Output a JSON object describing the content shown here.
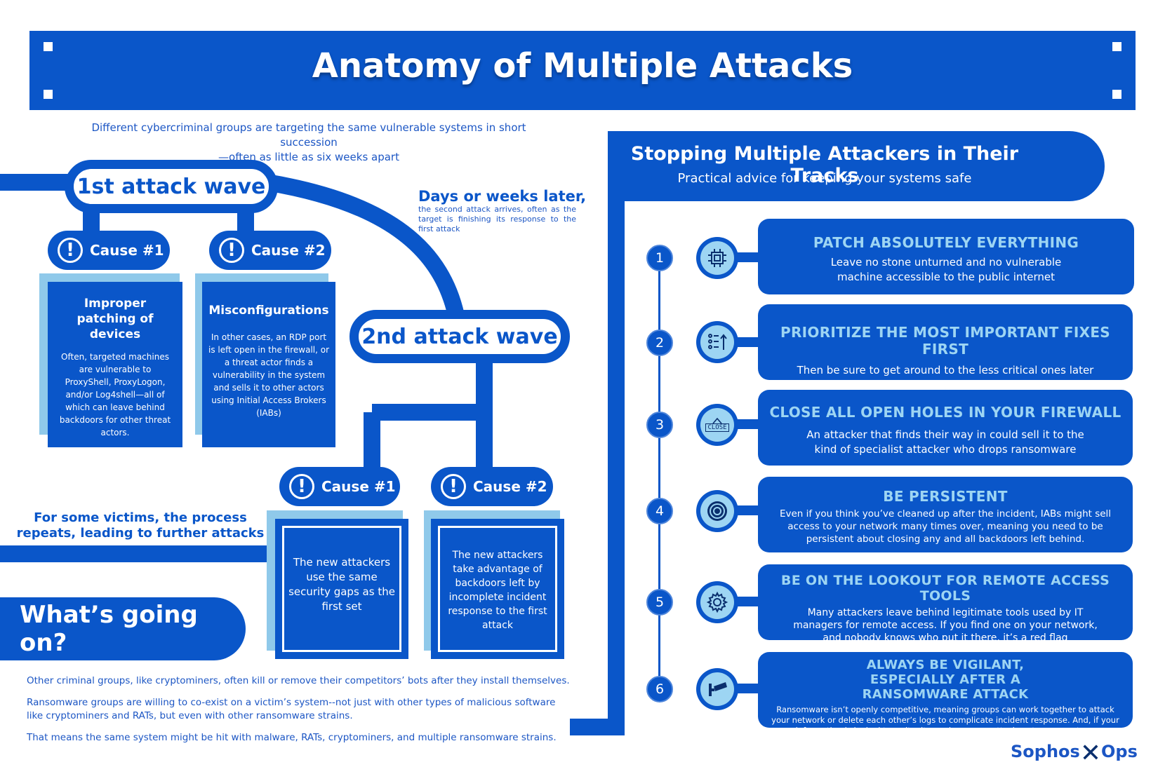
{
  "title": "Anatomy of Multiple Attacks",
  "intro": {
    "line1": "Different cybercriminal groups are targeting the same vulnerable systems in short succession",
    "line2": "—often as little as six weeks apart"
  },
  "wave1": {
    "label": "1st attack wave",
    "cause1": {
      "badge": "Cause #1",
      "heading": "Improper patching of devices",
      "text": "Often, targeted machines are vulnerable to ProxyShell, ProxyLogon, and/or Log4shell—all of which can leave behind backdoors for other threat actors."
    },
    "cause2": {
      "badge": "Cause #2",
      "heading": "Misconfigurations",
      "text": "In other cases, an RDP port is left open in the firewall, or a threat actor finds a vulnerability in the system and sells it to other actors using Initial Access Brokers (IABs)"
    }
  },
  "days_later": {
    "title": "Days or weeks later,",
    "text": "the second attack arrives, often as the target is finishing its response to the first attack"
  },
  "wave2": {
    "label": "2nd attack wave",
    "cause1": {
      "badge": "Cause #1",
      "text": "The new attackers use the same security gaps as the first set"
    },
    "cause2": {
      "badge": "Cause #2",
      "text": "The new attackers take advantage of backdoors left by incomplete incident response to the first attack"
    }
  },
  "repeat_note": "For some victims, the process repeats, leading to further attacks",
  "whats_going_on": {
    "title": "What’s going on?",
    "paragraphs": [
      "Other criminal groups, like cryptominers, often kill or remove their competitors’ bots after they install themselves.",
      "Ransomware groups are willing to co-exist on a victim’s system--not just with other types of malicious software like cryptominers and RATs, but even with other ransomware strains.",
      "That means the same system might be hit with malware, RATs, cryptominers, and multiple ransomware strains."
    ]
  },
  "right_panel": {
    "title": "Stopping Multiple Attackers in Their Tracks",
    "subtitle": "Practical advice for keeping your systems safe",
    "steps": [
      {
        "num": "1",
        "icon": "chip-icon",
        "title": "PATCH ABSOLUTELY EVERYTHING",
        "text": "Leave no stone unturned and no vulnerable machine accessible to the public internet"
      },
      {
        "num": "2",
        "icon": "priority-list-icon",
        "title": "PRIORITIZE THE MOST IMPORTANT FIXES FIRST",
        "text": "Then be sure to get around to the less critical ones later"
      },
      {
        "num": "3",
        "icon": "close-sign-icon",
        "title": "CLOSE ALL OPEN HOLES  IN YOUR FIREWALL",
        "text": "An attacker that finds their way in could sell it to the kind of specialist attacker who drops ransomware"
      },
      {
        "num": "4",
        "icon": "vault-dial-icon",
        "title": "BE PERSISTENT",
        "text": "Even if you think you’ve cleaned up after the incident, IABs might sell access to your network many times over, meaning you need to be persistent about closing any and all backdoors left behind."
      },
      {
        "num": "5",
        "icon": "gear-icon",
        "title": "BE ON THE LOOKOUT FOR REMOTE ACCESS TOOLS",
        "text": "Many attackers leave behind legitimate tools used by IT managers for remote access. If you find one on your network, and nobody knows who put it there, it’s a red flag"
      },
      {
        "num": "6",
        "icon": "security-camera-icon",
        "title": "ALWAYS BE VIGILANT, ESPECIALLY AFTER A RANSOMWARE ATTACK",
        "text": "Ransomware isn’t openly competitive, meaning groups can work together to attack your network or delete each other’s logs to complicate incident response. And, if your information is leaked to a site, it can draw more attackers to your system."
      }
    ],
    "close_sign_text": "CLOSE"
  },
  "logo": {
    "left": "Sophos",
    "right": "Ops"
  },
  "colors": {
    "primary": "#0a56c9",
    "light": "#8fc9ea",
    "accent": "#9dd5f3"
  }
}
